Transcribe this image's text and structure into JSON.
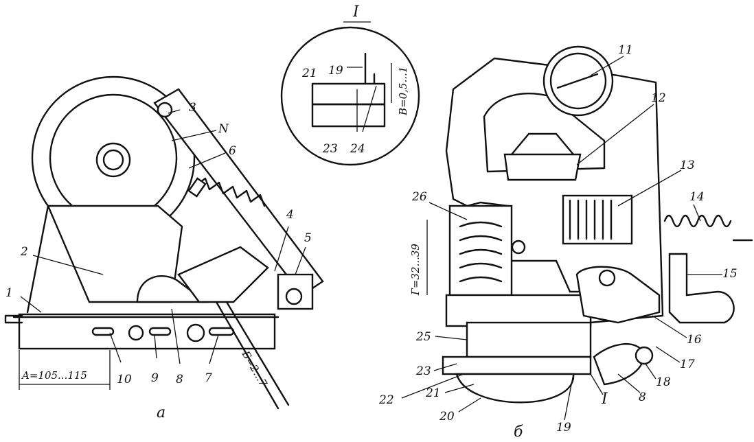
{
  "figure": {
    "view_a_caption": "а",
    "view_b_caption": "б",
    "inset_caption": "I",
    "detail_marker": "I"
  },
  "view_a": {
    "labels": [
      "1",
      "2",
      "3",
      "N",
      "6",
      "4",
      "5",
      "10",
      "9",
      "8",
      "7"
    ],
    "dim_a": "A=105...115",
    "dim_b": "Б=2...7"
  },
  "inset": {
    "labels": [
      "21",
      "19",
      "23",
      "24"
    ],
    "dim_v": "В=0,5...1"
  },
  "view_b": {
    "labels": [
      "11",
      "12",
      "13",
      "14",
      "15",
      "16",
      "17",
      "18",
      "8",
      "26",
      "25",
      "23",
      "22",
      "21",
      "20",
      "19"
    ],
    "dim_g": "Г=32...39"
  }
}
